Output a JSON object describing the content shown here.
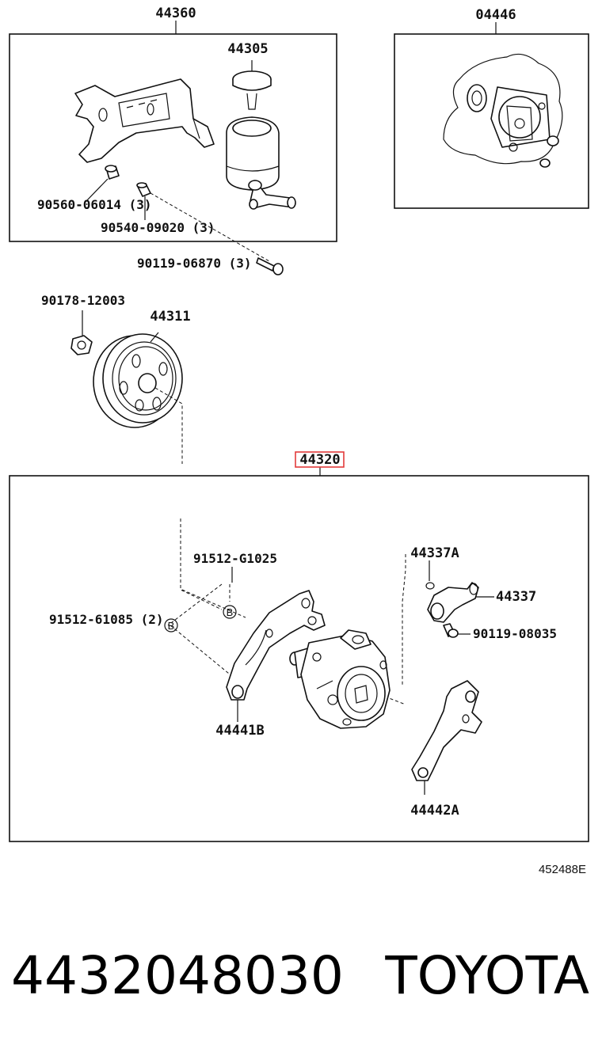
{
  "diagram": {
    "groups": {
      "reservoir_assembly": "44360",
      "gasket_kit": "04446",
      "pump_assembly": "44320"
    },
    "parts": {
      "reservoir": "44305",
      "bushing": "90560-06014 (3)",
      "collar": "90540-09020 (3)",
      "bolt_reservoir": "90119-06870 (3)",
      "nut": "90178-12003",
      "pulley": "44311",
      "stud_bolt": "91512-G1025",
      "bolt_b": "91512-61085 (2)",
      "union_oring": "44337A",
      "union": "44337",
      "bolt_union": "90119-08035",
      "bracket_b": "44441B",
      "bracket_a": "44442A"
    },
    "marker_b": "B",
    "highlighted_part": "44320",
    "highlight_color": "#e23b3b",
    "figure_code": "452488E"
  },
  "footer": {
    "part_number": "4432048030",
    "brand": "TOYOTA"
  }
}
